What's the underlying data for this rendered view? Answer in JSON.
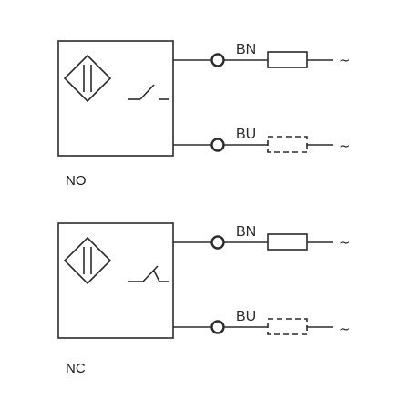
{
  "diagrams": [
    {
      "label": "NO",
      "contact": "normally-open",
      "wires": [
        {
          "label": "BN",
          "load": "resistor",
          "supply_symbol": "~"
        },
        {
          "label": "BU",
          "load": "optional-resistor",
          "supply_symbol": "~"
        }
      ]
    },
    {
      "label": "NC",
      "contact": "normally-closed",
      "wires": [
        {
          "label": "BN",
          "load": "resistor",
          "supply_symbol": "~"
        },
        {
          "label": "BU",
          "load": "optional-resistor",
          "supply_symbol": "~"
        }
      ]
    }
  ],
  "colors": {
    "line": "#2b2b2b",
    "background": "#ffffff"
  }
}
